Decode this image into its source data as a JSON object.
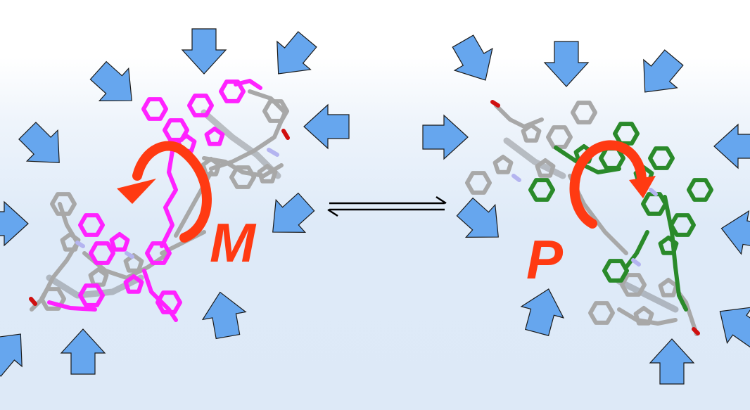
{
  "colors": {
    "arrow_fill": "#66a6ee",
    "arrow_stroke": "#1a1a1a",
    "rotation_arrow": "#ff3a12",
    "helix_label": "#ff3a12",
    "molecule_left": "#ff22ff",
    "molecule_right": "#2a8a2a",
    "molecule_gray": "#a8a8a8",
    "nitrogen": "#b4b4f0",
    "oxygen": "#d01010",
    "equilibrium_arrow": "#000000"
  },
  "left_panel": {
    "helix_label": "M",
    "helix_color_name": "magenta",
    "rotation": "counterclockwise"
  },
  "right_panel": {
    "helix_label": "P",
    "helix_color_name": "green",
    "rotation": "clockwise"
  },
  "equilibrium": {
    "type": "reversible"
  },
  "icons": {
    "pressure_arrow": "block-arrow-icon",
    "rotation_arrow": "curved-arrow-icon",
    "equilibrium": "equilibrium-arrows-icon"
  }
}
